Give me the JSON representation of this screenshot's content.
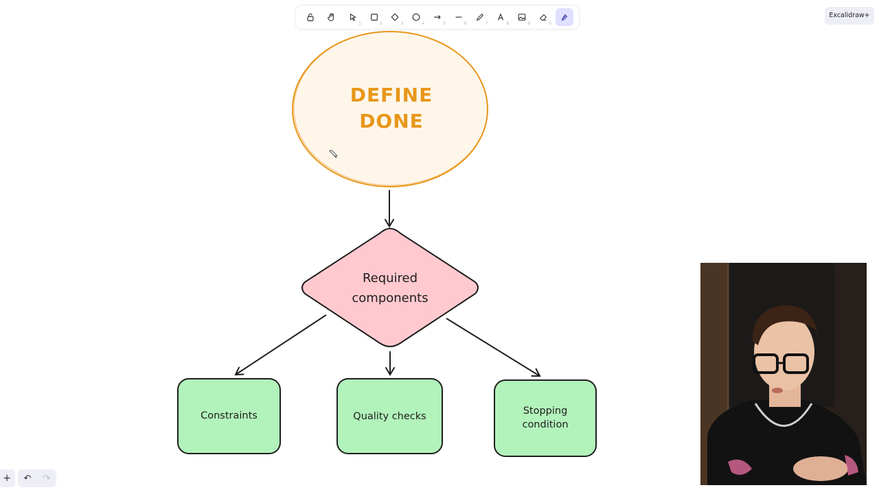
{
  "toolbar": {
    "tools": [
      {
        "name": "lock",
        "key": ""
      },
      {
        "name": "hand",
        "key": ""
      },
      {
        "name": "selection",
        "key": "1"
      },
      {
        "name": "rectangle",
        "key": "2"
      },
      {
        "name": "diamond",
        "key": "3"
      },
      {
        "name": "ellipse",
        "key": "4"
      },
      {
        "name": "arrow",
        "key": "5"
      },
      {
        "name": "line",
        "key": "6"
      },
      {
        "name": "draw",
        "key": "7"
      },
      {
        "name": "text",
        "key": "8"
      },
      {
        "name": "image",
        "key": "9"
      },
      {
        "name": "eraser",
        "key": "0"
      },
      {
        "name": "laser",
        "key": ""
      }
    ],
    "active_tool": "laser"
  },
  "library_button": "Excalidraw+",
  "diagram": {
    "title_line1": "DEFINE",
    "title_line2": "DONE",
    "diamond_line1": "Required",
    "diamond_line2": "components",
    "box1": "Constraints",
    "box2": "Quality checks",
    "box3_line1": "Stopping",
    "box3_line2": "condition"
  },
  "colors": {
    "ellipse_fill": "#fff6ea",
    "ellipse_stroke": "#e8971a",
    "diamond_fill": "#ffc9cf",
    "box_fill": "#b2f2bb",
    "stroke": "#1e1e1e",
    "accent": "#e0dfff"
  },
  "footer": {
    "zoom_in": "+",
    "undo": "↶",
    "redo": "↷"
  }
}
